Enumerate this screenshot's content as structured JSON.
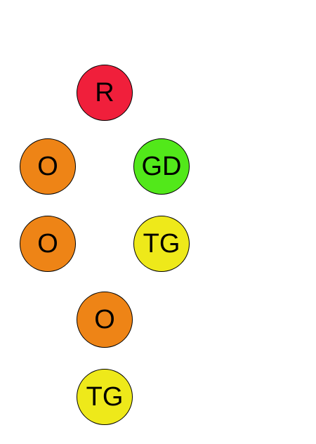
{
  "colors": {
    "R": "#f01f3b",
    "O": "#ee8416",
    "GD": "#52e81a",
    "TG": "#eee91a"
  },
  "tokens": [
    {
      "label": "R",
      "type": "R"
    },
    {
      "label": "O",
      "type": "O"
    },
    {
      "label": "GD",
      "type": "GD"
    },
    {
      "label": "O",
      "type": "O"
    },
    {
      "label": "TG",
      "type": "TG"
    },
    {
      "label": "O",
      "type": "O"
    },
    {
      "label": "TG",
      "type": "TG"
    }
  ]
}
